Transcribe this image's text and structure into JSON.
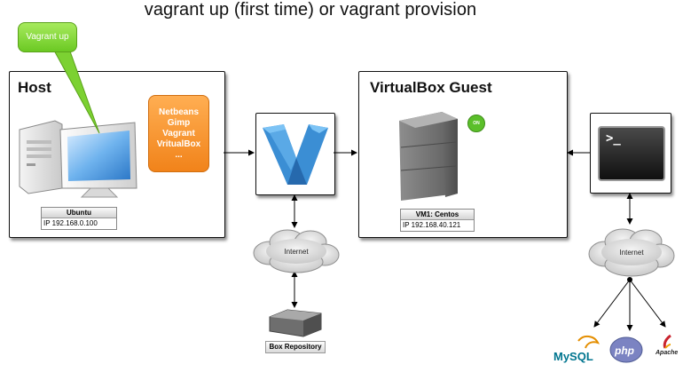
{
  "title": "vagrant up (first time) or vagrant provision",
  "host": {
    "title": "Host",
    "os_name": "Ubuntu",
    "ip": "IP 192.168.0.100",
    "apps": [
      "Netbeans",
      "Gimp",
      "Vagrant",
      "VritualBox",
      "..."
    ]
  },
  "callout": "Vagrant up",
  "guest": {
    "title": "VirtualBox Guest",
    "vm_name": "VM1: Centos",
    "ip": "IP 192.168.40.121",
    "status_badge": "ON"
  },
  "cloud_left": "Internet",
  "cloud_right": "Internet",
  "repository": "Box Repository",
  "logos": {
    "mysql": "MySQL",
    "php": "php",
    "apache": "Apache"
  },
  "terminal_prompt": ">_",
  "colors": {
    "callout_green": "#7cd132",
    "apps_orange": "#f7931e",
    "vagrant_blue": "#3b8ed4",
    "status_green": "#5bbf2a"
  }
}
